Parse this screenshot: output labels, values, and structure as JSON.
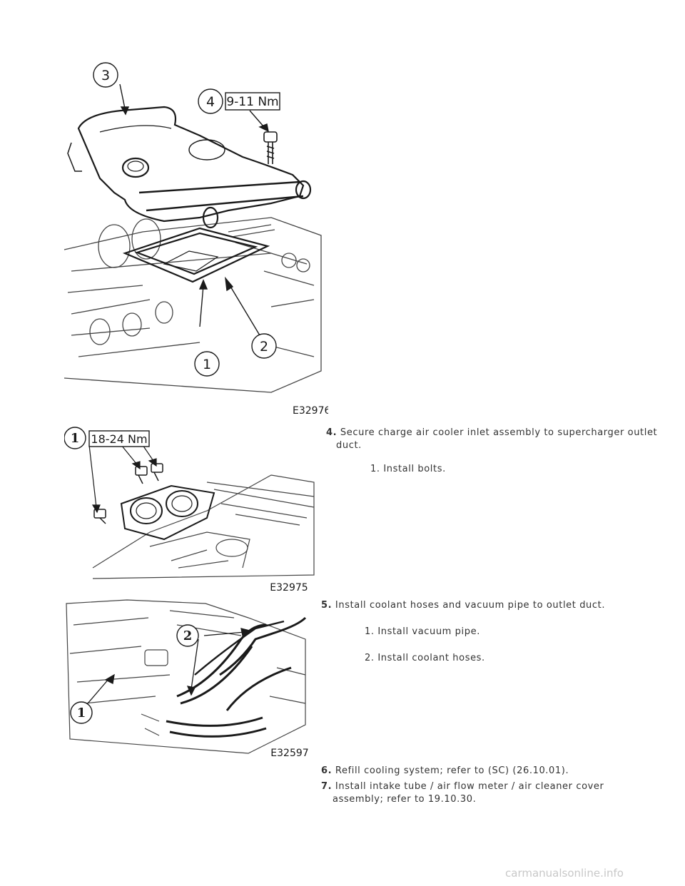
{
  "figures": [
    {
      "code": "E32976",
      "callouts": [
        "1",
        "2",
        "3",
        "4"
      ],
      "torque_label": "9-11 Nm"
    },
    {
      "code": "E32975",
      "callouts": [
        "1"
      ],
      "torque_label": "18-24 Nm"
    },
    {
      "code": "E32597",
      "callouts": [
        "1",
        "2"
      ]
    }
  ],
  "steps": [
    {
      "number": "4.",
      "text": "Secure charge air cooler inlet assembly to supercharger outlet",
      "text_cont": "duct.",
      "substeps": [
        "1. Install bolts."
      ]
    },
    {
      "number": "5.",
      "text": "Install coolant hoses and vacuum pipe to outlet duct.",
      "substeps": [
        "1. Install vacuum pipe.",
        "2. Install coolant hoses."
      ]
    },
    {
      "number": "6.",
      "text": "Refill cooling system; refer to (SC) (26.10.01)."
    },
    {
      "number": "7.",
      "text": "Install intake tube / air flow meter / air cleaner cover",
      "text_cont": "assembly; refer to 19.10.30."
    }
  ],
  "watermark": "carmanualsonline.info"
}
